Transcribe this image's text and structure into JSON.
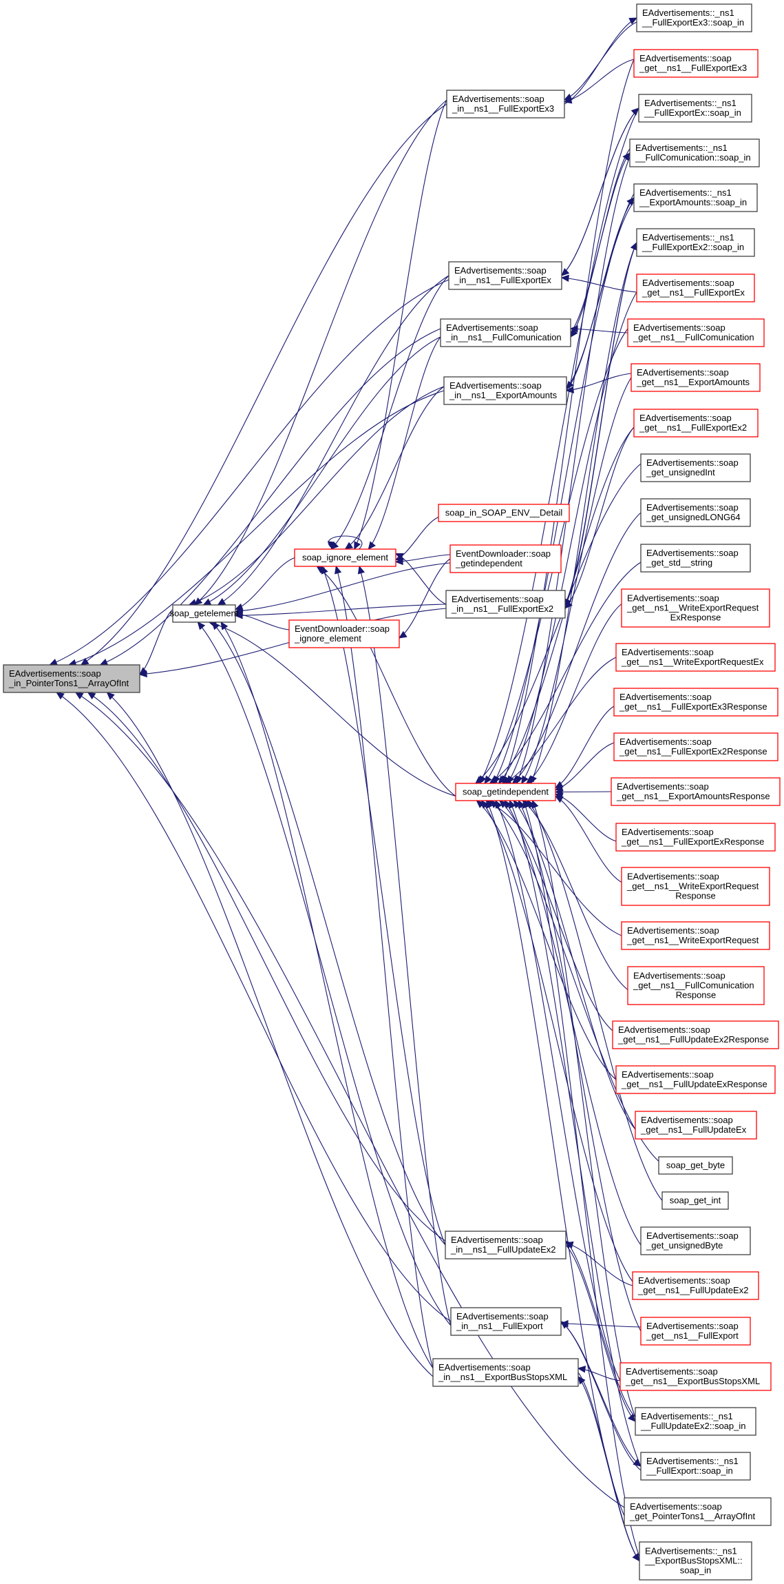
{
  "diagram": {
    "type": "call-graph",
    "title": "Caller graph of EAdvertisements::soap_in_PointerTons1__ArrayOfInt",
    "colors": {
      "edge": "#191970",
      "node_border_default": "#404040",
      "node_border_undocumented": "#ff0000",
      "node_fill_default": "#ffffff",
      "node_fill_root": "#bfbfbf"
    },
    "nodes": [
      {
        "id": "root",
        "lines": [
          "EAdvertisements::soap",
          "_in_PointerTons1__ArrayOfInt"
        ],
        "style": "root"
      },
      {
        "id": "getelement",
        "lines": [
          "soap_getelement"
        ],
        "style": "default"
      },
      {
        "id": "ignore_element",
        "lines": [
          "soap_ignore_element"
        ],
        "style": "red"
      },
      {
        "id": "env_detail",
        "lines": [
          "soap_in_SOAP_ENV__Detail"
        ],
        "style": "red"
      },
      {
        "id": "ed_getindependent",
        "lines": [
          "EventDownloader::soap",
          "_getindependent"
        ],
        "style": "red"
      },
      {
        "id": "ed_ignore_element",
        "lines": [
          "EventDownloader::soap",
          "_ignore_element"
        ],
        "style": "red"
      },
      {
        "id": "in_fullexportex3",
        "lines": [
          "EAdvertisements::soap",
          "_in__ns1__FullExportEx3"
        ],
        "style": "default"
      },
      {
        "id": "in_fullexportex",
        "lines": [
          "EAdvertisements::soap",
          "_in__ns1__FullExportEx"
        ],
        "style": "default"
      },
      {
        "id": "in_fullcomunication",
        "lines": [
          "EAdvertisements::soap",
          "_in__ns1__FullComunication"
        ],
        "style": "default"
      },
      {
        "id": "in_exportamounts",
        "lines": [
          "EAdvertisements::soap",
          "_in__ns1__ExportAmounts"
        ],
        "style": "default"
      },
      {
        "id": "in_fullexportex2",
        "lines": [
          "EAdvertisements::soap",
          "_in__ns1__FullExportEx2"
        ],
        "style": "default"
      },
      {
        "id": "getindependent",
        "lines": [
          "soap_getindependent"
        ],
        "style": "red"
      },
      {
        "id": "in_fullupdateex2",
        "lines": [
          "EAdvertisements::soap",
          "_in__ns1__FullUpdateEx2"
        ],
        "style": "default"
      },
      {
        "id": "in_fullexport",
        "lines": [
          "EAdvertisements::soap",
          "_in__ns1__FullExport"
        ],
        "style": "default"
      },
      {
        "id": "in_exportbusstopsxml",
        "lines": [
          "EAdvertisements::soap",
          "_in__ns1__ExportBusStopsXML"
        ],
        "style": "default"
      },
      {
        "id": "r_fullexportex3_soapin",
        "lines": [
          "EAdvertisements::_ns1",
          "__FullExportEx3::soap_in"
        ],
        "style": "default"
      },
      {
        "id": "r_get_fullexportex3",
        "lines": [
          "EAdvertisements::soap",
          "_get__ns1__FullExportEx3"
        ],
        "style": "red"
      },
      {
        "id": "r_fullexportex_soapin",
        "lines": [
          "EAdvertisements::_ns1",
          "__FullExportEx::soap_in"
        ],
        "style": "default"
      },
      {
        "id": "r_fullcomunication_soapin",
        "lines": [
          "EAdvertisements::_ns1",
          "__FullComunication::soap_in"
        ],
        "style": "default"
      },
      {
        "id": "r_exportamounts_soapin",
        "lines": [
          "EAdvertisements::_ns1",
          "__ExportAmounts::soap_in"
        ],
        "style": "default"
      },
      {
        "id": "r_fullexportex2_soapin",
        "lines": [
          "EAdvertisements::_ns1",
          "__FullExportEx2::soap_in"
        ],
        "style": "default"
      },
      {
        "id": "r_get_fullexportex",
        "lines": [
          "EAdvertisements::soap",
          "_get__ns1__FullExportEx"
        ],
        "style": "red"
      },
      {
        "id": "r_get_fullcomunication",
        "lines": [
          "EAdvertisements::soap",
          "_get__ns1__FullComunication"
        ],
        "style": "red"
      },
      {
        "id": "r_get_exportamounts",
        "lines": [
          "EAdvertisements::soap",
          "_get__ns1__ExportAmounts"
        ],
        "style": "red"
      },
      {
        "id": "r_get_fullexportex2",
        "lines": [
          "EAdvertisements::soap",
          "_get__ns1__FullExportEx2"
        ],
        "style": "red"
      },
      {
        "id": "r_get_unsignedint",
        "lines": [
          "EAdvertisements::soap",
          "_get_unsignedInt"
        ],
        "style": "default"
      },
      {
        "id": "r_get_unsignedlong64",
        "lines": [
          "EAdvertisements::soap",
          "_get_unsignedLONG64"
        ],
        "style": "default"
      },
      {
        "id": "r_get_std_string",
        "lines": [
          "EAdvertisements::soap",
          "_get_std__string"
        ],
        "style": "default"
      },
      {
        "id": "r_get_writeexportrequestexresponse",
        "lines": [
          "EAdvertisements::soap",
          "_get__ns1__WriteExportRequest",
          "ExResponse"
        ],
        "style": "red"
      },
      {
        "id": "r_get_writeexportrequestex",
        "lines": [
          "EAdvertisements::soap",
          "_get__ns1__WriteExportRequestEx"
        ],
        "style": "red"
      },
      {
        "id": "r_get_fullexportex3response",
        "lines": [
          "EAdvertisements::soap",
          "_get__ns1__FullExportEx3Response"
        ],
        "style": "red"
      },
      {
        "id": "r_get_fullexportex2response",
        "lines": [
          "EAdvertisements::soap",
          "_get__ns1__FullExportEx2Response"
        ],
        "style": "red"
      },
      {
        "id": "r_get_exportamountsresponse",
        "lines": [
          "EAdvertisements::soap",
          "_get__ns1__ExportAmountsResponse"
        ],
        "style": "red"
      },
      {
        "id": "r_get_fullexportexresponse",
        "lines": [
          "EAdvertisements::soap",
          "_get__ns1__FullExportExResponse"
        ],
        "style": "red"
      },
      {
        "id": "r_get_writeexportrequestresponse",
        "lines": [
          "EAdvertisements::soap",
          "_get__ns1__WriteExportRequest",
          "Response"
        ],
        "style": "red"
      },
      {
        "id": "r_get_writeexportrequest",
        "lines": [
          "EAdvertisements::soap",
          "_get__ns1__WriteExportRequest"
        ],
        "style": "red"
      },
      {
        "id": "r_get_fullcomunicationresponse",
        "lines": [
          "EAdvertisements::soap",
          "_get__ns1__FullComunication",
          "Response"
        ],
        "style": "red"
      },
      {
        "id": "r_get_fullupdateex2response",
        "lines": [
          "EAdvertisements::soap",
          "_get__ns1__FullUpdateEx2Response"
        ],
        "style": "red"
      },
      {
        "id": "r_get_fullupdateexresponse",
        "lines": [
          "EAdvertisements::soap",
          "_get__ns1__FullUpdateExResponse"
        ],
        "style": "red"
      },
      {
        "id": "r_get_fullupdateex",
        "lines": [
          "EAdvertisements::soap",
          "_get__ns1__FullUpdateEx"
        ],
        "style": "red"
      },
      {
        "id": "r_get_byte",
        "lines": [
          "soap_get_byte"
        ],
        "style": "default"
      },
      {
        "id": "r_get_int",
        "lines": [
          "soap_get_int"
        ],
        "style": "default"
      },
      {
        "id": "r_get_unsignedbyte",
        "lines": [
          "EAdvertisements::soap",
          "_get_unsignedByte"
        ],
        "style": "default"
      },
      {
        "id": "r_get_fullupdateex2",
        "lines": [
          "EAdvertisements::soap",
          "_get__ns1__FullUpdateEx2"
        ],
        "style": "red"
      },
      {
        "id": "r_get_fullexport",
        "lines": [
          "EAdvertisements::soap",
          "_get__ns1__FullExport"
        ],
        "style": "red"
      },
      {
        "id": "r_get_exportbusstopsxml",
        "lines": [
          "EAdvertisements::soap",
          "_get__ns1__ExportBusStopsXML"
        ],
        "style": "red"
      },
      {
        "id": "r_fullupdateex2_soapin",
        "lines": [
          "EAdvertisements::_ns1",
          "__FullUpdateEx2::soap_in"
        ],
        "style": "default"
      },
      {
        "id": "r_fullexport_soapin",
        "lines": [
          "EAdvertisements::_ns1",
          "__FullExport::soap_in"
        ],
        "style": "default"
      },
      {
        "id": "r_get_pointertons1_arrayofint",
        "lines": [
          "EAdvertisements::soap",
          "_get_PointerTons1__ArrayOfInt"
        ],
        "style": "default"
      },
      {
        "id": "r_exportbusstopsxml_soapin",
        "lines": [
          "EAdvertisements::_ns1",
          "__ExportBusStopsXML::",
          "soap_in"
        ],
        "style": "default"
      }
    ],
    "edges": [
      [
        "getelement",
        "root"
      ],
      [
        "in_fullexportex3",
        "root"
      ],
      [
        "in_fullexportex",
        "root"
      ],
      [
        "in_fullcomunication",
        "root"
      ],
      [
        "in_exportamounts",
        "root"
      ],
      [
        "in_fullexportex2",
        "root"
      ],
      [
        "in_fullupdateex2",
        "root"
      ],
      [
        "in_fullexport",
        "root"
      ],
      [
        "in_exportbusstopsxml",
        "root"
      ],
      [
        "r_get_pointertons1_arrayofint",
        "root"
      ],
      [
        "ignore_element",
        "getelement"
      ],
      [
        "ed_getindependent",
        "getelement"
      ],
      [
        "ed_ignore_element",
        "getelement"
      ],
      [
        "in_fullexportex2",
        "getelement"
      ],
      [
        "getindependent",
        "getelement"
      ],
      [
        "in_fullexportex3",
        "getelement"
      ],
      [
        "in_fullexportex",
        "getelement"
      ],
      [
        "in_fullcomunication",
        "getelement"
      ],
      [
        "in_exportamounts",
        "getelement"
      ],
      [
        "in_fullupdateex2",
        "getelement"
      ],
      [
        "in_fullexport",
        "getelement"
      ],
      [
        "in_exportbusstopsxml",
        "getelement"
      ],
      [
        "ignore_element",
        "ignore_element"
      ],
      [
        "env_detail",
        "ignore_element"
      ],
      [
        "ed_getindependent",
        "ignore_element"
      ],
      [
        "in_fullexportex2",
        "ignore_element"
      ],
      [
        "getindependent",
        "ignore_element"
      ],
      [
        "in_fullexportex3",
        "ignore_element"
      ],
      [
        "in_fullexportex",
        "ignore_element"
      ],
      [
        "in_fullcomunication",
        "ignore_element"
      ],
      [
        "in_exportamounts",
        "ignore_element"
      ],
      [
        "in_fullupdateex2",
        "ignore_element"
      ],
      [
        "in_fullexport",
        "ignore_element"
      ],
      [
        "in_exportbusstopsxml",
        "ignore_element"
      ],
      [
        "ed_getindependent",
        "ed_ignore_element"
      ],
      [
        "r_fullexportex3_soapin",
        "in_fullexportex3"
      ],
      [
        "r_get_fullexportex3",
        "in_fullexportex3"
      ],
      [
        "r_fullexportex_soapin",
        "in_fullexportex"
      ],
      [
        "r_get_fullexportex",
        "in_fullexportex"
      ],
      [
        "r_fullcomunication_soapin",
        "in_fullcomunication"
      ],
      [
        "r_get_fullcomunication",
        "in_fullcomunication"
      ],
      [
        "r_exportamounts_soapin",
        "in_exportamounts"
      ],
      [
        "r_get_exportamounts",
        "in_exportamounts"
      ],
      [
        "r_fullexportex2_soapin",
        "in_fullexportex2"
      ],
      [
        "r_get_fullexportex2",
        "in_fullexportex2"
      ],
      [
        "r_fullupdateex2_soapin",
        "in_fullupdateex2"
      ],
      [
        "r_get_fullupdateex2",
        "in_fullupdateex2"
      ],
      [
        "r_fullexport_soapin",
        "in_fullexport"
      ],
      [
        "r_get_fullexport",
        "in_fullexport"
      ],
      [
        "r_exportbusstopsxml_soapin",
        "in_exportbusstopsxml"
      ],
      [
        "r_get_exportbusstopsxml",
        "in_exportbusstopsxml"
      ],
      [
        "r_get_fullexportex3",
        "getindependent"
      ],
      [
        "r_fullexportex_soapin",
        "getindependent"
      ],
      [
        "r_fullcomunication_soapin",
        "getindependent"
      ],
      [
        "r_exportamounts_soapin",
        "getindependent"
      ],
      [
        "r_fullexportex2_soapin",
        "getindependent"
      ],
      [
        "r_get_fullexportex",
        "getindependent"
      ],
      [
        "r_get_fullcomunication",
        "getindependent"
      ],
      [
        "r_get_exportamounts",
        "getindependent"
      ],
      [
        "r_get_fullexportex2",
        "getindependent"
      ],
      [
        "r_get_unsignedint",
        "getindependent"
      ],
      [
        "r_get_unsignedlong64",
        "getindependent"
      ],
      [
        "r_get_std_string",
        "getindependent"
      ],
      [
        "r_get_writeexportrequestexresponse",
        "getindependent"
      ],
      [
        "r_get_writeexportrequestex",
        "getindependent"
      ],
      [
        "r_get_fullexportex3response",
        "getindependent"
      ],
      [
        "r_get_fullexportex2response",
        "getindependent"
      ],
      [
        "r_get_exportamountsresponse",
        "getindependent"
      ],
      [
        "r_get_fullexportexresponse",
        "getindependent"
      ],
      [
        "r_get_writeexportrequestresponse",
        "getindependent"
      ],
      [
        "r_get_writeexportrequest",
        "getindependent"
      ],
      [
        "r_get_fullcomunicationresponse",
        "getindependent"
      ],
      [
        "r_get_fullupdateex2response",
        "getindependent"
      ],
      [
        "r_get_fullupdateexresponse",
        "getindependent"
      ],
      [
        "r_get_fullupdateex",
        "getindependent"
      ],
      [
        "r_get_byte",
        "getindependent"
      ],
      [
        "r_get_int",
        "getindependent"
      ],
      [
        "r_get_unsignedbyte",
        "getindependent"
      ],
      [
        "r_get_fullupdateex2",
        "getindependent"
      ],
      [
        "r_get_fullexport",
        "getindependent"
      ],
      [
        "r_get_exportbusstopsxml",
        "getindependent"
      ],
      [
        "r_fullupdateex2_soapin",
        "getindependent"
      ],
      [
        "r_fullexport_soapin",
        "getindependent"
      ],
      [
        "r_get_pointertons1_arrayofint",
        "getindependent"
      ],
      [
        "r_exportbusstopsxml_soapin",
        "getindependent"
      ],
      [
        "in_fullexportex3",
        "r_fullexportex3_soapin"
      ],
      [
        "in_fullexportex",
        "r_fullexportex_soapin"
      ],
      [
        "in_fullcomunication",
        "r_fullcomunication_soapin"
      ],
      [
        "in_exportamounts",
        "r_exportamounts_soapin"
      ],
      [
        "in_fullexportex2",
        "r_fullexportex2_soapin"
      ],
      [
        "in_fullupdateex2",
        "r_fullupdateex2_soapin"
      ],
      [
        "in_fullexport",
        "r_fullexport_soapin"
      ],
      [
        "in_exportbusstopsxml",
        "r_exportbusstopsxml_soapin"
      ]
    ]
  }
}
